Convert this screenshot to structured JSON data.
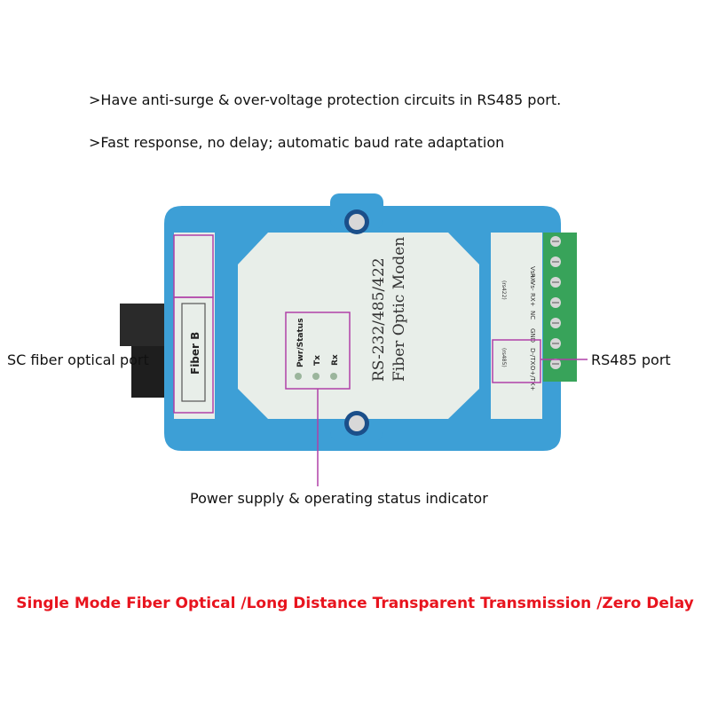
{
  "features": [
    ">Have anti-surge & over-voltage protection circuits in RS485 port.",
    ">Fast response, no delay; automatic baud rate adaptation"
  ],
  "device": {
    "model_text": "RS-232/485/422",
    "name_text": "Fiber Optic Moden",
    "fiber_label": "Fiber B",
    "leds": [
      "Pwr/Status",
      "Tx",
      "Rx"
    ],
    "terminals": [
      "Vs+ Vs-",
      "RX-",
      "RX+",
      "NC",
      "GND",
      "D-/TX-",
      "D+/TX+"
    ],
    "group_labels": [
      "(rs422)",
      "(rs485)"
    ],
    "colors": {
      "body": "#3d9fd6",
      "panel": "#e8eee9",
      "terminal": "#38a35a",
      "highlight": "#b040a8"
    }
  },
  "callouts": {
    "sc_port": "SC fiber optical port",
    "rs485": "RS485 port",
    "indicator": "Power supply & operating status indicator"
  },
  "banner": "Single Mode  Fiber Optical  /Long Distance Transparent Transmission /Zero Delay"
}
